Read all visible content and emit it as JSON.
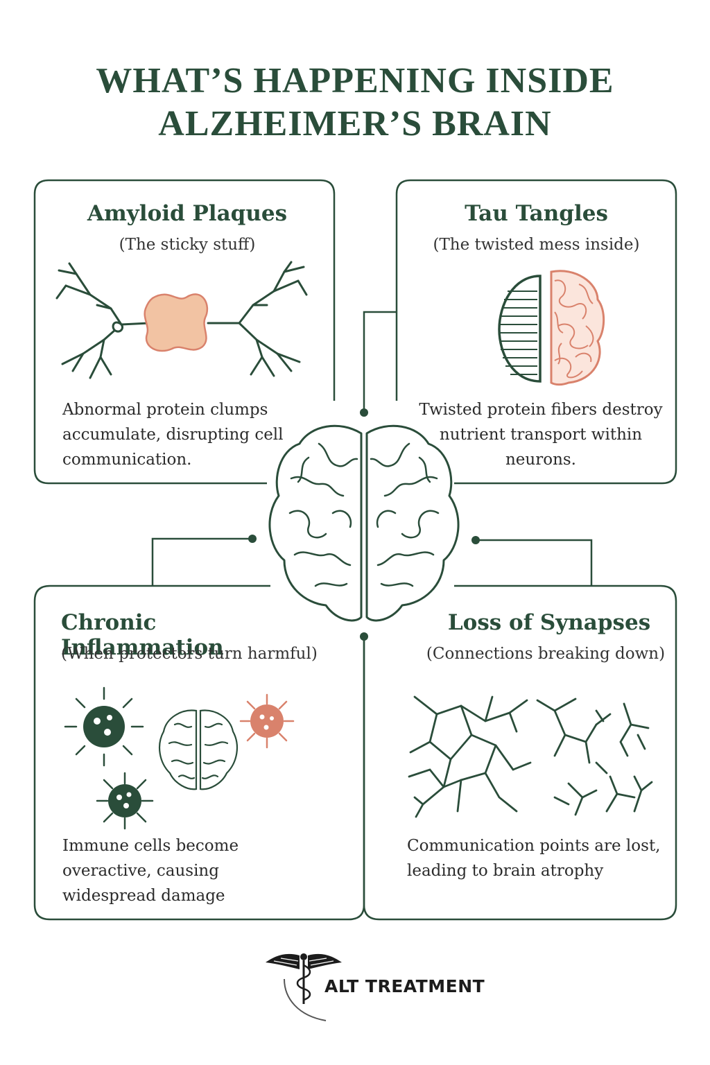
{
  "title": {
    "line1": "WHAT’S HAPPENING INSIDE",
    "line2": "ALZHEIMER’S BRAIN"
  },
  "colors": {
    "green": "#2a4d3a",
    "salmon": "#d9826c",
    "peach": "#f2c3a3"
  },
  "cards": [
    {
      "title": "Amyloid Plaques",
      "subtitle": "(The sticky stuff)",
      "body": "Abnormal protein clumps accumulate, disrupting cell communication.",
      "icon": "neuron-plaque-icon"
    },
    {
      "title": "Tau Tangles",
      "subtitle": "(The twisted mess inside)",
      "body": "Twisted protein fibers destroy nutrient transport within neurons.",
      "icon": "tangle-brain-icon"
    },
    {
      "title": "Chronic Inflammation",
      "subtitle": "(When protectors turn harmful)",
      "body": "Immune cells become overactive, causing widespread damage",
      "icon": "immune-cells-icon"
    },
    {
      "title": "Loss of Synapses",
      "subtitle": "(Connections breaking down)",
      "body": "Communication points are lost, leading to brain atrophy",
      "icon": "synapse-network-icon"
    }
  ],
  "logo": {
    "text": "ALT TREATMENT",
    "icon": "caduceus-icon"
  }
}
